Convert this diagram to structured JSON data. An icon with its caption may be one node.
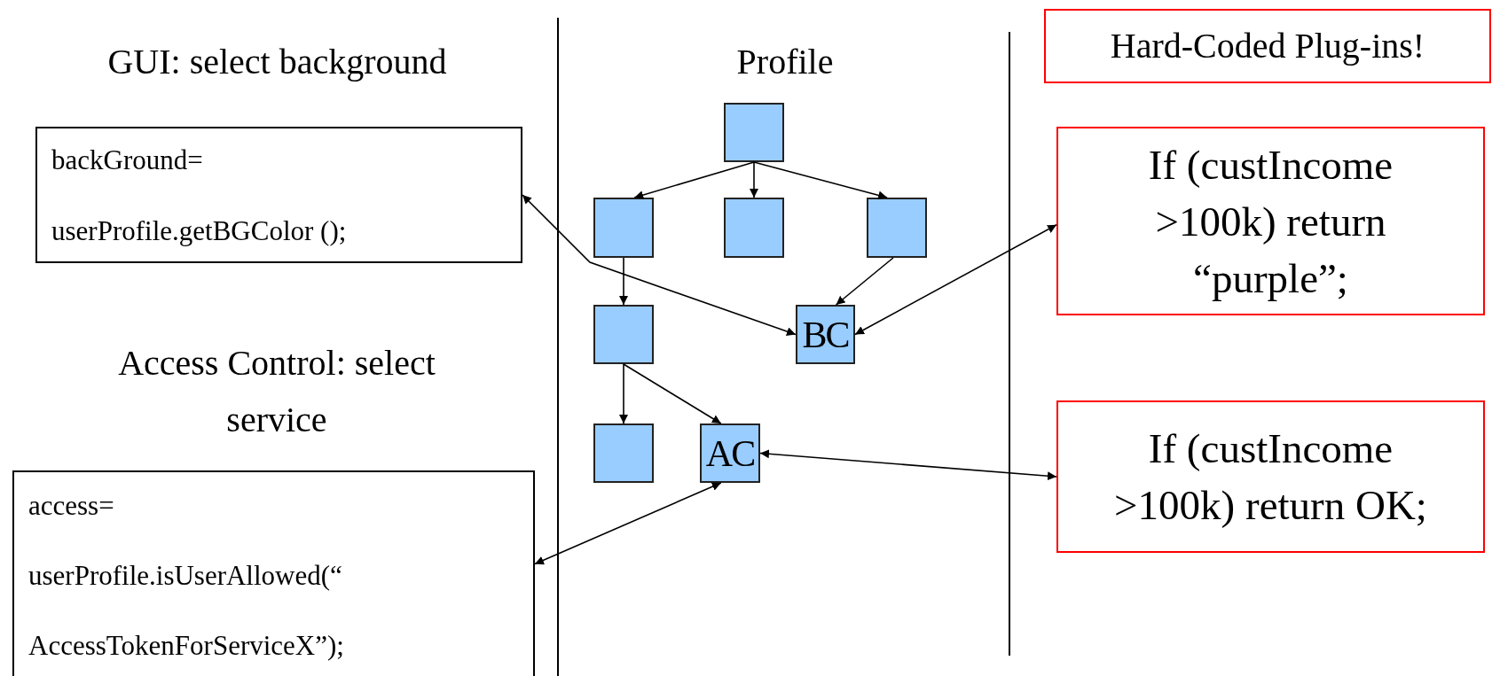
{
  "diagram": {
    "nodes": [
      {
        "text": [
          "Hard-Coded Plug-ins!"
        ]
      },
      {
        "text": [],
        "shape": "box"
      },
      {
        "text": [
          "backGround=",
          "userProfile.getBGColor ();"
        ]
      },
      {
        "text": [
          "If (custIncome >100k) return “purple”;"
        ]
      },
      {
        "text": [],
        "shape": "box"
      },
      {
        "text": [],
        "shape": "box"
      },
      {
        "text": [],
        "shape": "box"
      },
      {
        "text": [],
        "shape": "box"
      },
      {
        "text": [
          "BC"
        ]
      },
      {
        "text": [],
        "shape": "box"
      },
      {
        "text": [
          "AC"
        ]
      },
      {
        "text": [
          "If (custIncome >100k) return OK;"
        ]
      },
      {
        "text": [
          "access=",
          "userProfile.isUserAllowed(“",
          "AccessTokenForServiceX”);"
        ]
      }
    ],
    "edges": [
      {
        "from": 1,
        "to": 4,
        "arrow": "to"
      },
      {
        "from": 1,
        "to": 5,
        "arrow": "to"
      },
      {
        "from": 1,
        "to": 6,
        "arrow": "to"
      },
      {
        "from": 4,
        "to": 7,
        "arrow": "to"
      },
      {
        "from": 6,
        "to": 8,
        "arrow": "to"
      },
      {
        "from": 2,
        "to": 8,
        "arrow": "both"
      },
      {
        "from": 8,
        "to": 3,
        "arrow": "both"
      },
      {
        "from": 7,
        "to": 9,
        "arrow": "to"
      },
      {
        "from": 7,
        "to": 10,
        "arrow": "to"
      },
      {
        "from": 10,
        "to": 11,
        "arrow": "both"
      },
      {
        "from": 10,
        "to": 12,
        "arrow": "both"
      }
    ],
    "labels": [
      "GUI: select background",
      "Profile",
      "Access Control: select service"
    ]
  }
}
